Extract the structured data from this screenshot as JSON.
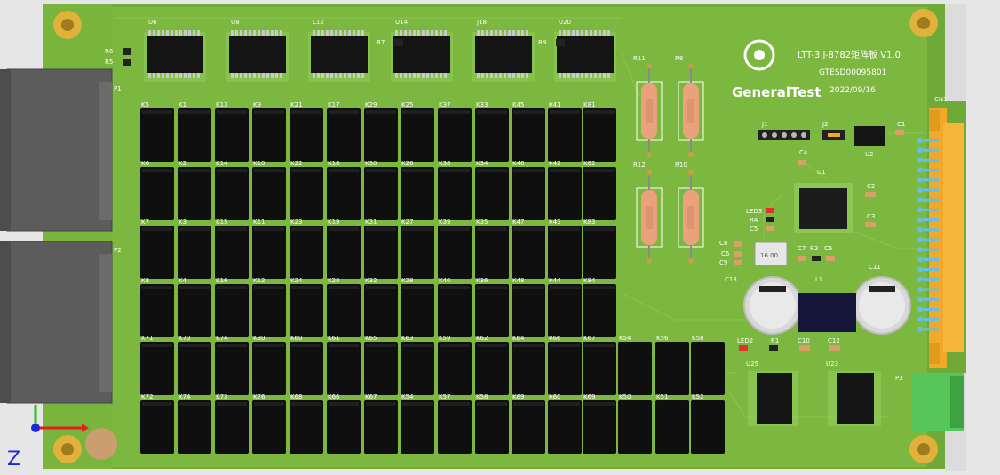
{
  "board": {
    "title": "LTT-3 J-8782矩阵板 V1.0",
    "serial": "GTESD00095801",
    "date": "2022/09/16",
    "brand": "GeneralTest"
  },
  "colors": {
    "pcb": "#79b43c",
    "relay": "#0f0f0f",
    "connector": "#f2a92a",
    "terminal": "#56c65a",
    "housing": "#5f5f5f",
    "hole": "#e0b23a"
  },
  "connectors": {
    "p1": "P1",
    "p2": "P2",
    "p3": "P3",
    "cn1": "CN1",
    "j1": "J1",
    "j2": "J2"
  },
  "top_ics": [
    "U6",
    "U8",
    "L12",
    "U14",
    "J18",
    "U20"
  ],
  "top_small": [
    "R6",
    "R5",
    "R7",
    "R9"
  ],
  "resistors": [
    "R11",
    "R8",
    "R12",
    "R10"
  ],
  "relay_rows": [
    [
      "K5",
      "K1",
      "K13",
      "K9",
      "K21",
      "K17",
      "K29",
      "K25",
      "K37",
      "K33",
      "K45",
      "K41",
      "K81"
    ],
    [
      "K6",
      "K2",
      "K14",
      "K10",
      "K22",
      "K18",
      "K30",
      "K26",
      "K38",
      "K34",
      "K46",
      "K42",
      "K82"
    ],
    [
      "K7",
      "K3",
      "K15",
      "K11",
      "K23",
      "K19",
      "K31",
      "K27",
      "K39",
      "K35",
      "K47",
      "K43",
      "K83"
    ],
    [
      "K8",
      "K4",
      "K16",
      "K12",
      "K24",
      "K20",
      "K32",
      "K28",
      "K40",
      "K36",
      "K48",
      "K44",
      "K84"
    ],
    [
      "K71",
      "K70",
      "K74",
      "K80",
      "K60",
      "K61",
      "K65",
      "K63",
      "K59",
      "K62",
      "K64",
      "K66",
      "K67"
    ],
    [
      "K72",
      "K74",
      "K73",
      "K76",
      "K68",
      "K66",
      "K67",
      "K54",
      "K57",
      "K58",
      "K69",
      "K60",
      "K69"
    ]
  ],
  "extra_relays": {
    "row5": [
      "K54",
      "K56",
      "K58"
    ],
    "row6": [
      "K50",
      "K51",
      "K52"
    ]
  },
  "right_labels": {
    "u1": "U1",
    "u2": "U2",
    "c1": "C1",
    "c2": "C2",
    "c3": "C3",
    "c4": "C4",
    "c5": "C5",
    "led3": "LED3",
    "r4": "R4",
    "c6": "C6",
    "c8": "C8",
    "c9": "C9",
    "c7": "C7",
    "r2": "R2",
    "c6b": "C6",
    "c11": "C11",
    "c12": "C12",
    "l3": "L3",
    "led2": "LED2",
    "r1": "R1",
    "c10": "C10",
    "c13": "C13",
    "u25": "U25",
    "u23": "U23",
    "crystal": "16.00"
  },
  "axis": {
    "z_label": "Z"
  }
}
